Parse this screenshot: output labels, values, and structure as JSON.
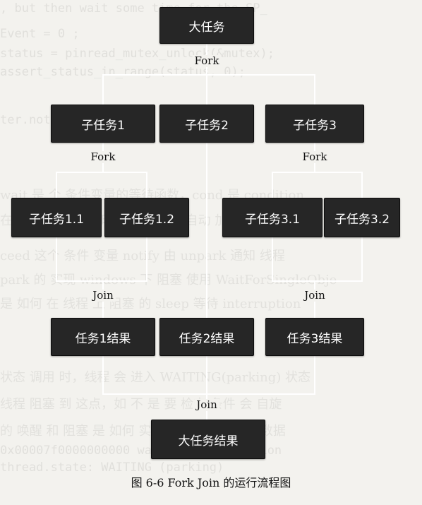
{
  "diagram": {
    "nodes": {
      "root": "大任务",
      "sub1": "子任务1",
      "sub2": "子任务2",
      "sub3": "子任务3",
      "sub11": "子任务1.1",
      "sub12": "子任务1.2",
      "sub31": "子任务3.1",
      "sub32": "子任务3.2",
      "res1": "任务1结果",
      "res2": "任务2结果",
      "res3": "任务3结果",
      "final": "大任务结果"
    },
    "edge_labels": {
      "fork_root": "Fork",
      "fork_1": "Fork",
      "fork_3": "Fork",
      "join_1": "Join",
      "join_3": "Join",
      "join_final": "Join"
    },
    "colors": {
      "node_fill": "#262626",
      "node_text": "#ffffff",
      "line": "#ffffff"
    }
  },
  "caption": "图 6-6   Fork Join 的运行流程图"
}
